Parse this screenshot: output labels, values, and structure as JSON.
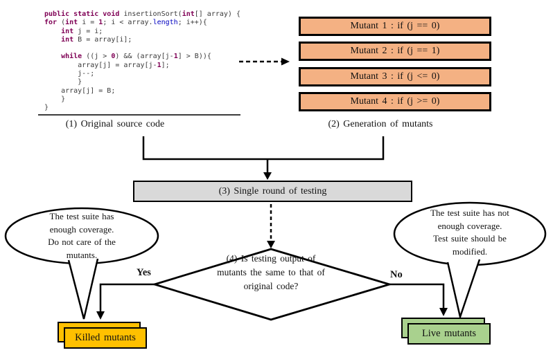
{
  "figure": {
    "code_panel": {
      "caption": "(1) Original source code",
      "plain_code": "public static void insertionSort(int[] array) {\nfor (int i = 1; i < array.length; i++){\n    int j = i;\n    int B = array[i];\n\n    while ((j > 0) && (array[j-1] > B)){\n        array[j] = array[j-1];\n        j--;\n        }\n    array[j] = B;\n    }\n}",
      "lines": [
        [
          {
            "c": "k",
            "t": "public static void "
          },
          {
            "c": "p",
            "t": "insertionSort("
          },
          {
            "c": "k",
            "t": "int"
          },
          {
            "c": "p",
            "t": "[] array) {"
          }
        ],
        [
          {
            "c": "k",
            "t": "for"
          },
          {
            "c": "p",
            "t": " ("
          },
          {
            "c": "k",
            "t": "int"
          },
          {
            "c": "p",
            "t": " i = "
          },
          {
            "c": "n",
            "t": "1"
          },
          {
            "c": "p",
            "t": "; i < array."
          },
          {
            "c": "f",
            "t": "length"
          },
          {
            "c": "p",
            "t": "; i++){"
          }
        ],
        [
          {
            "c": "p",
            "t": "    "
          },
          {
            "c": "k",
            "t": "int"
          },
          {
            "c": "p",
            "t": " j = i;"
          }
        ],
        [
          {
            "c": "p",
            "t": "    "
          },
          {
            "c": "k",
            "t": "int"
          },
          {
            "c": "p",
            "t": " B = array[i];"
          }
        ],
        [],
        [
          {
            "c": "p",
            "t": "    "
          },
          {
            "c": "k",
            "t": "while"
          },
          {
            "c": "p",
            "t": " ((j > "
          },
          {
            "c": "n",
            "t": "0"
          },
          {
            "c": "p",
            "t": ") && (array[j-"
          },
          {
            "c": "n",
            "t": "1"
          },
          {
            "c": "p",
            "t": "] > B)){"
          }
        ],
        [
          {
            "c": "p",
            "t": "        array[j] = array[j-"
          },
          {
            "c": "n",
            "t": "1"
          },
          {
            "c": "p",
            "t": "];"
          }
        ],
        [
          {
            "c": "p",
            "t": "        j--;"
          }
        ],
        [
          {
            "c": "p",
            "t": "        }"
          }
        ],
        [
          {
            "c": "p",
            "t": "    array[j] = B;"
          }
        ],
        [
          {
            "c": "p",
            "t": "    }"
          }
        ],
        [
          {
            "c": "p",
            "t": "}"
          }
        ]
      ]
    },
    "mutants_panel": {
      "caption": "(2) Generation of mutants",
      "fill": "#F4B183",
      "items": [
        {
          "label": "Mutant 1 : if (j == 0)"
        },
        {
          "label": "Mutant 2 : if (j == 1)"
        },
        {
          "label": "Mutant 3 : if (j <= 0)"
        },
        {
          "label": "Mutant 4 : if (j >= 0)"
        }
      ]
    },
    "testing_box": {
      "label": "(3) Single round of testing",
      "fill": "#D9D9D9"
    },
    "decision": {
      "lines": [
        "(4) Is testing output of",
        "mutants the same to that of",
        "original code?"
      ]
    },
    "branches": {
      "yes_label": "Yes",
      "no_label": "No"
    },
    "bubble_left": {
      "lines": [
        "The test suite has",
        "enough coverage.",
        "Do not care of the",
        "mutants."
      ]
    },
    "bubble_right": {
      "lines": [
        "The test suite has not",
        "enough coverage.",
        "Test suite should be",
        "modified."
      ]
    },
    "killed_box": {
      "label": "Killed mutants",
      "fill": "#FFC000"
    },
    "live_box": {
      "label": "Live mutants",
      "fill": "#A9D18E"
    }
  },
  "colors": {
    "mutant_fill": "#F4B183",
    "testing_fill": "#D9D9D9",
    "killed_fill": "#FFC000",
    "live_fill": "#A9D18E",
    "stroke": "#000000",
    "code_keyword": "#7F0055",
    "code_field": "#0000C0",
    "code_plain": "#3A3A3A"
  }
}
